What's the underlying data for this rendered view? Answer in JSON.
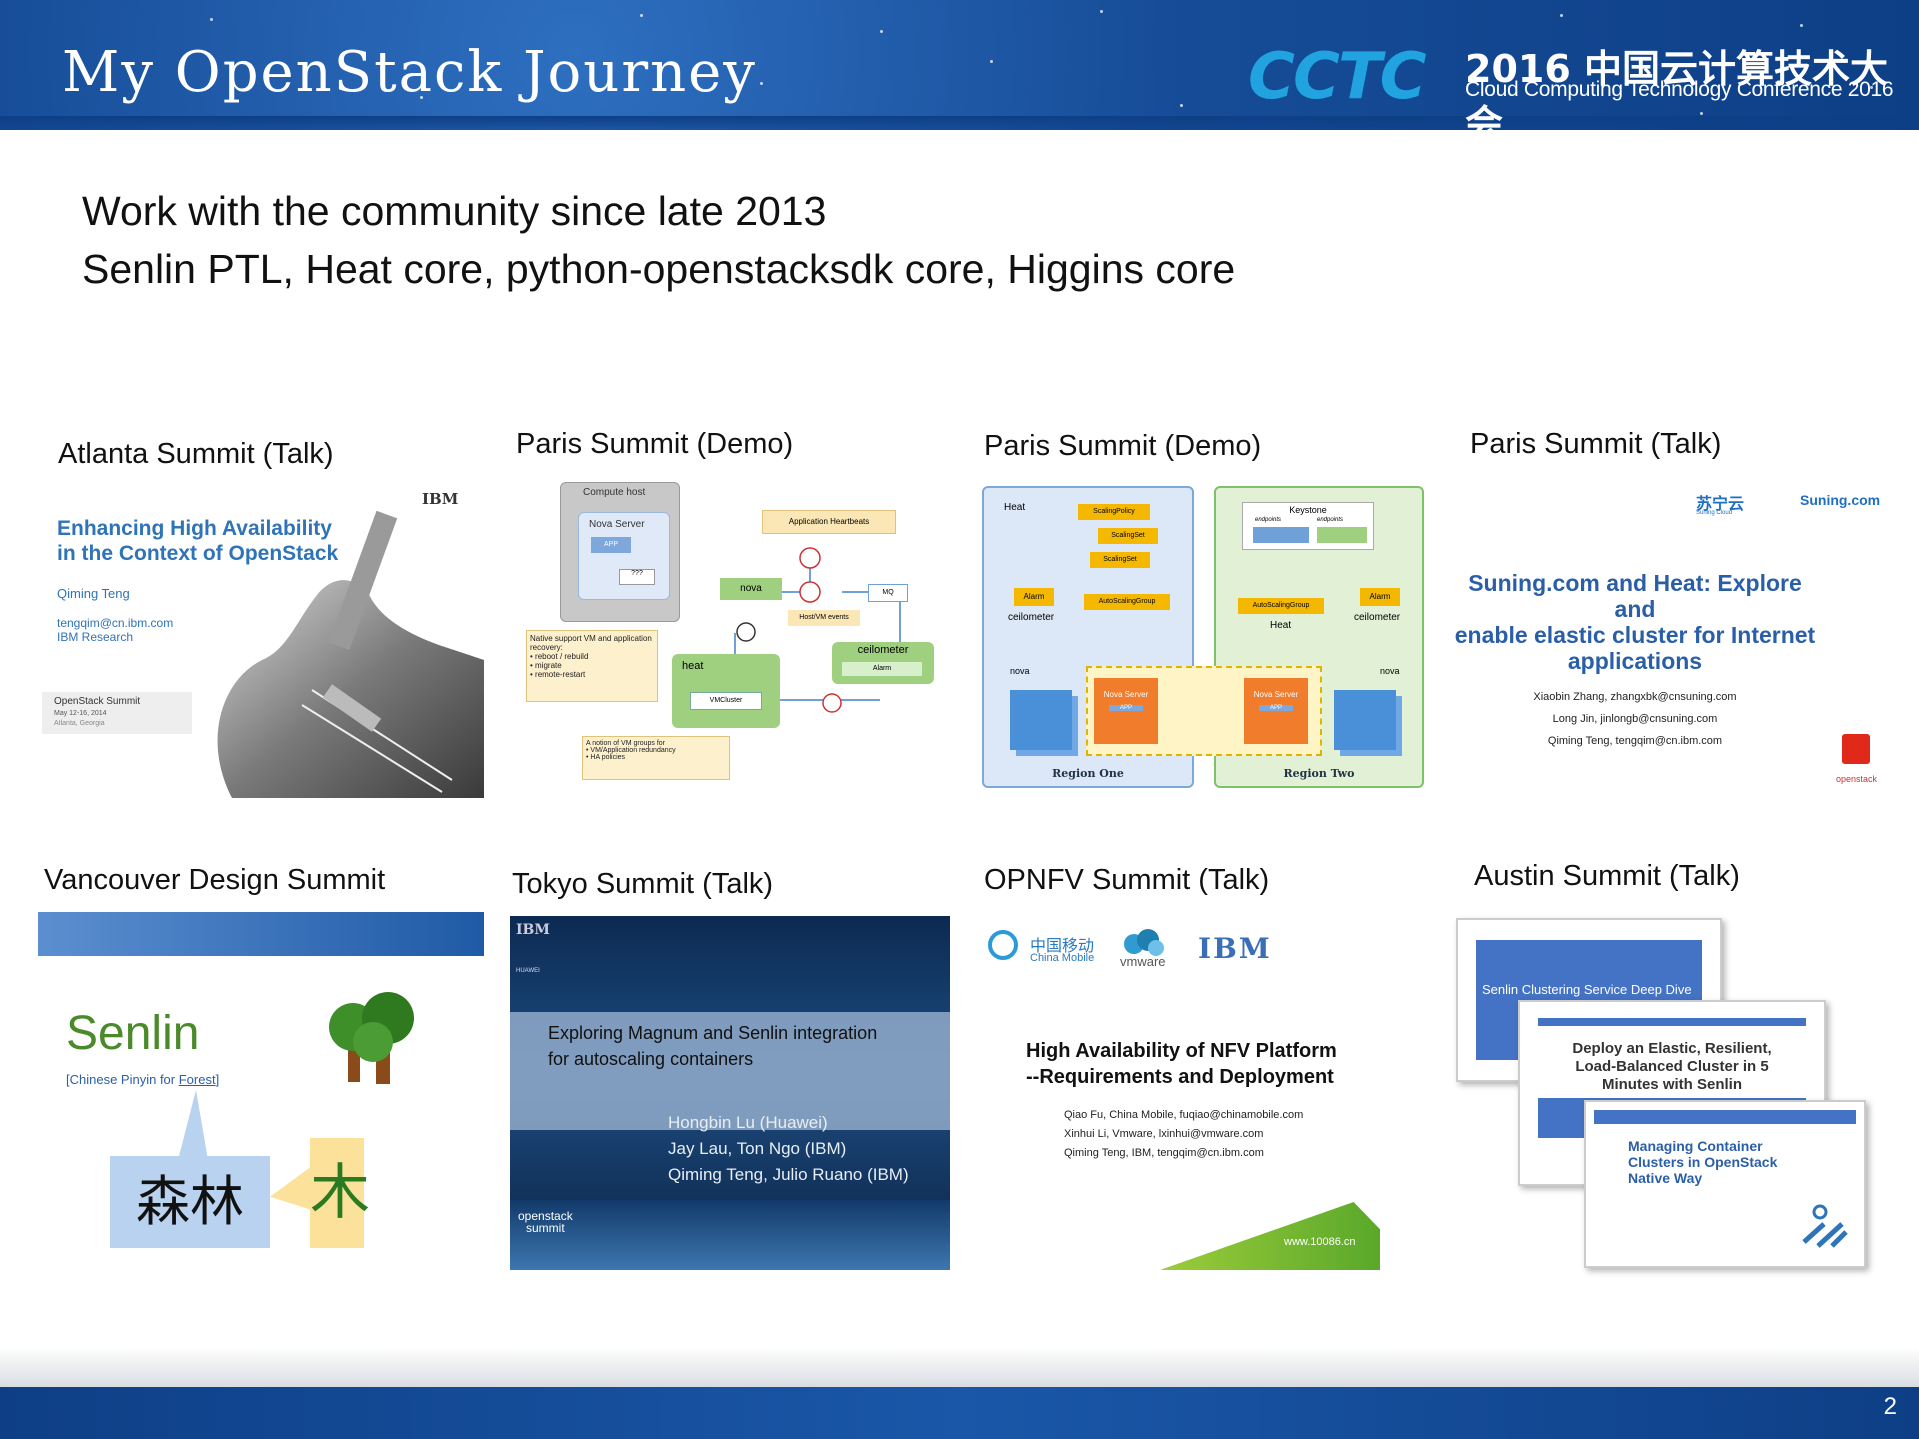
{
  "header": {
    "title": "My OpenStack Journey",
    "logo_mark": "CCTC",
    "logo_cn": "2016 中国云计算技术大会",
    "logo_en": "Cloud Computing Technology Conference 2016"
  },
  "intro": {
    "line1": "Work with the community since late 2013",
    "line2": "Senlin PTL, Heat core, python-openstacksdk core, Higgins core"
  },
  "cards": {
    "atlanta": {
      "caption": "Atlanta Summit (Talk)",
      "ibm": "IBM",
      "title1": "Enhancing High Availability",
      "title2": "in the Context of OpenStack",
      "author": "Qiming Teng",
      "email": "tengqim@cn.ibm.com",
      "org": "IBM Research",
      "event": "OpenStack Summit",
      "date": "May 12-16, 2014",
      "place": "Atlanta, Georgia"
    },
    "paris_demo1": {
      "caption": "Paris Summit (Demo)",
      "compute_host": "Compute host",
      "nova_server": "Nova Server",
      "app": "APP",
      "q": "???",
      "nova": "nova",
      "heartbeats": "Application Heartbeats",
      "mq": "MQ",
      "hostvm": "Host/VM events",
      "ceilometer": "ceilometer",
      "alarm": "Alarm",
      "heat": "heat",
      "vmcluster": "VMCluster",
      "note1_title": "Native support VM and application recovery:",
      "note1_items": [
        "reboot / rebuild",
        "migrate",
        "remote-restart"
      ],
      "note2_title": "A notion of VM groups for",
      "note2_items": [
        "VM/Application redundancy",
        "HA policies"
      ]
    },
    "paris_demo2": {
      "caption": "Paris Summit (Demo)",
      "heat": "Heat",
      "scaling_policy": "ScalingPolicy",
      "scaling_set1": "ScalingSet",
      "scaling_set2": "ScalingSet",
      "alarm_left": "Alarm",
      "ceilometer_left": "ceilometer",
      "asg_left": "AutoScalingGroup",
      "keystone": "Keystone",
      "endpoints1": "endpoints",
      "endpoints2": "endpoints",
      "asg_right": "AutoScalingGroup",
      "heat_right": "Heat",
      "alarm_right": "Alarm",
      "ceilometer_right": "ceilometer",
      "nova_left": "nova",
      "nova_right": "nova",
      "nova_server": "Nova Server",
      "app": "APP",
      "region_one": "Region One",
      "region_two": "Region Two"
    },
    "paris_talk": {
      "caption": "Paris Summit (Talk)",
      "logo1": "苏宁云",
      "logo1_sub": "Suning Cloud",
      "logo2": "Suning.com",
      "title1": "Suning.com and Heat: Explore and",
      "title2": "enable elastic cluster for Internet",
      "title3": "applications",
      "author1": "Xiaobin Zhang, zhangxbk@cnsuning.com",
      "author2": "Long Jin, jinlongb@cnsuning.com",
      "author3": "Qiming Teng, tengqim@cn.ibm.com",
      "openstack": "openstack"
    },
    "vancouver": {
      "caption": "Vancouver Design Summit",
      "senlin": "Senlin",
      "pinyin_pre": "[Chinese Pinyin for ",
      "pinyin_word": "Forest",
      "pinyin_post": "]",
      "chars": "森林",
      "glyph": "木"
    },
    "tokyo": {
      "caption": "Tokyo Summit (Talk)",
      "ibm": "IBM",
      "huawei": "HUAWEI",
      "title1": "Exploring Magnum and Senlin integration",
      "title2": "for autoscaling containers",
      "author1": "Hongbin Lu (Huawei)",
      "author2": "Jay Lau, Ton Ngo (IBM)",
      "author3": "Qiming Teng, Julio Ruano (IBM)",
      "summit1": "openstack",
      "summit2": "summit"
    },
    "opnfv": {
      "caption": "OPNFV Summit (Talk)",
      "cm_cn": "中国移动",
      "cm_en": "China Mobile",
      "vmware": "vmware",
      "ibm": "IBM",
      "title1": "High Availability of NFV Platform",
      "title2": "--Requirements and Deployment",
      "author1": "Qiao Fu, China Mobile, fuqiao@chinamobile.com",
      "author2": "Xinhui Li, Vmware, lxinhui@vmware.com",
      "author3": "Qiming Teng, IBM, tengqim@cn.ibm.com",
      "url": "www.10086.cn"
    },
    "austin": {
      "caption": "Austin Summit (Talk)",
      "slide1": "Senlin Clustering Service Deep Dive",
      "slide2_1": "Deploy an Elastic, Resilient,",
      "slide2_2": "Load-Balanced Cluster in 5",
      "slide2_3": "Minutes with Senlin",
      "slide3_1": "Managing Container",
      "slide3_2": "Clusters in OpenStack",
      "slide3_3": "Native Way"
    }
  },
  "footer": {
    "page_number": "2"
  }
}
